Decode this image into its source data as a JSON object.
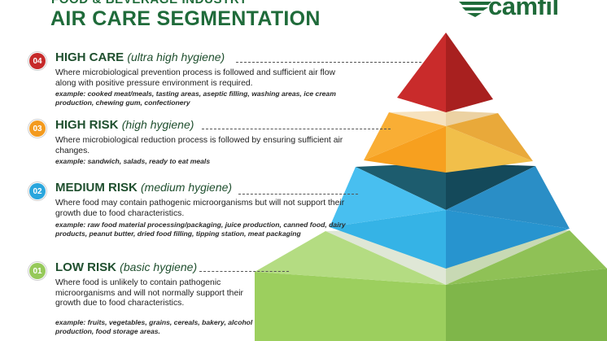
{
  "header": {
    "kicker": "FOOD & BEVERAGE INDUSTRY",
    "title": "AIR CARE SEGMENTATION"
  },
  "logo": {
    "text": "camfil"
  },
  "colors": {
    "brand_green": "#1f6b3a",
    "high_care": "#c62a2a",
    "high_risk": "#f39a1e",
    "medium_risk": "#2aa6dd",
    "low_risk": "#96c95a"
  },
  "levels": [
    {
      "number": "04",
      "name": "HIGH CARE",
      "qualifier": "(ultra high hygiene)",
      "description": "Where microbiological prevention process is followed and sufficient air flow along with positive pressure environment is required.",
      "example": "example: cooked meat/meals, tasting areas, aseptic filling, washing areas, ice cream production, chewing gum, confectionery"
    },
    {
      "number": "03",
      "name": "HIGH RISK",
      "qualifier": "(high hygiene)",
      "description": "Where microbiological reduction process is followed by ensuring sufficient air changes.",
      "example": "example: sandwich, salads, ready to eat meals"
    },
    {
      "number": "02",
      "name": "MEDIUM RISK",
      "qualifier": "(medium hygiene)",
      "description": "Where food may contain pathogenic microorganisms but will not support their growth due to food characteristics.",
      "example": "example: raw food material processing/packaging, juice production, canned food, dairy products, peanut butter, dried food filling, tipping station, meat packaging"
    },
    {
      "number": "01",
      "name": "LOW RISK",
      "qualifier": "(basic hygiene)",
      "description": "Where food is unlikely to contain pathogenic microorganisms and will not normally support their growth due to food characteristics.",
      "example": "example: fruits, vegetables, grains, cereals, bakery, alcohol production, food storage areas."
    }
  ]
}
